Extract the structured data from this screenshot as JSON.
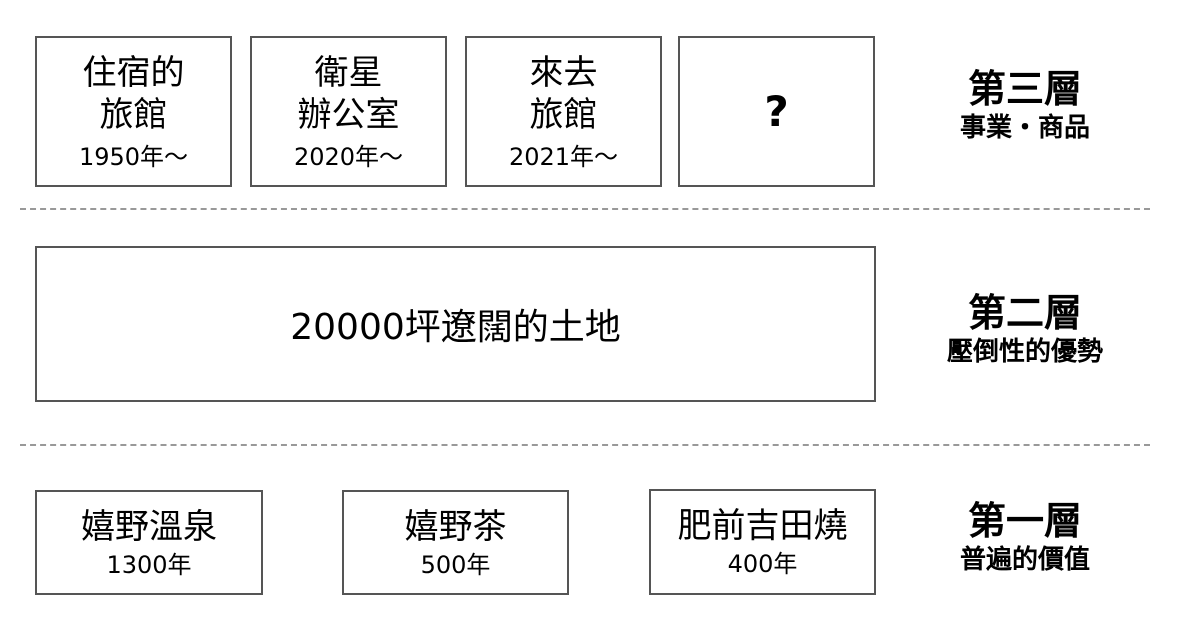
{
  "tier3": {
    "items": [
      {
        "title_line1": "住宿的",
        "title_line2": "旅館",
        "year": "1950年～"
      },
      {
        "title_line1": "衛星",
        "title_line2": "辦公室",
        "year": "2020年～"
      },
      {
        "title_line1": "來去",
        "title_line2": "旅館",
        "year": "2021年～"
      },
      {
        "symbol": "?"
      }
    ],
    "layer_name": "第三層",
    "layer_desc": "事業・商品"
  },
  "tier2": {
    "text": "20000坪遼闊的土地",
    "layer_name": "第二層",
    "layer_desc": "壓倒性的優勢"
  },
  "tier1": {
    "items": [
      {
        "title": "嬉野溫泉",
        "year": "1300年"
      },
      {
        "title": "嬉野茶",
        "year": "500年"
      },
      {
        "title": "肥前吉田燒",
        "year": "400年"
      }
    ],
    "layer_name": "第一層",
    "layer_desc": "普遍的價值"
  }
}
